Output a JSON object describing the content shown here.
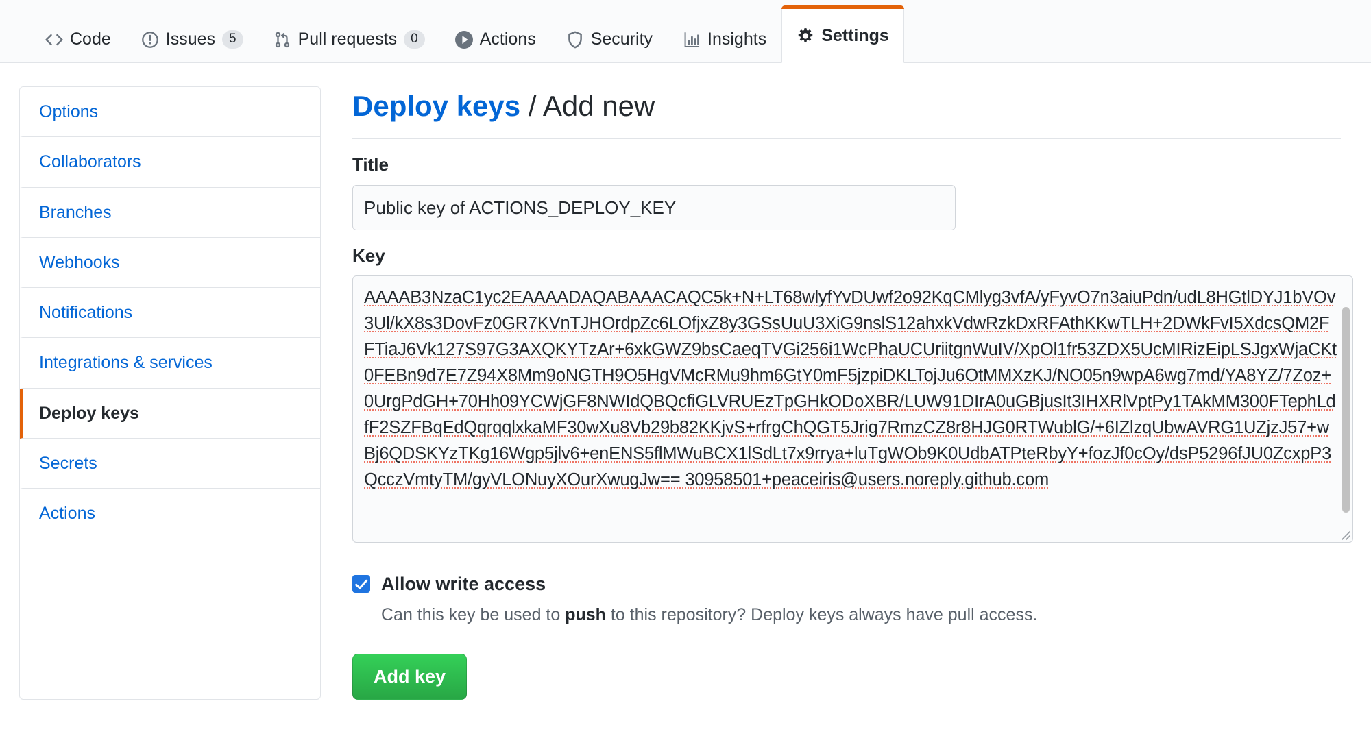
{
  "repo_nav": {
    "tabs": [
      {
        "label": "Code",
        "icon": "code-icon",
        "counter": null,
        "selected": false
      },
      {
        "label": "Issues",
        "icon": "issue-opened-icon",
        "counter": "5",
        "selected": false
      },
      {
        "label": "Pull requests",
        "icon": "git-pull-request-icon",
        "counter": "0",
        "selected": false
      },
      {
        "label": "Actions",
        "icon": "play-icon",
        "counter": null,
        "selected": false
      },
      {
        "label": "Security",
        "icon": "shield-icon",
        "counter": null,
        "selected": false
      },
      {
        "label": "Insights",
        "icon": "graph-icon",
        "counter": null,
        "selected": false
      },
      {
        "label": "Settings",
        "icon": "gear-icon",
        "counter": null,
        "selected": true
      }
    ],
    "selected_accent": "#e36209"
  },
  "sidebar": {
    "items": [
      {
        "label": "Options",
        "selected": false
      },
      {
        "label": "Collaborators",
        "selected": false
      },
      {
        "label": "Branches",
        "selected": false
      },
      {
        "label": "Webhooks",
        "selected": false
      },
      {
        "label": "Notifications",
        "selected": false
      },
      {
        "label": "Integrations & services",
        "selected": false
      },
      {
        "label": "Deploy keys",
        "selected": true
      },
      {
        "label": "Secrets",
        "selected": false
      },
      {
        "label": "Actions",
        "selected": false
      }
    ],
    "link_color": "#0366d6",
    "active_border_color": "#e36209"
  },
  "main": {
    "title_link": "Deploy keys",
    "title_separator": "/",
    "title_current": "Add new",
    "title_field": {
      "label": "Title",
      "value": "Public key of ACTIONS_DEPLOY_KEY",
      "placeholder": ""
    },
    "key_field": {
      "label": "Key",
      "placeholder": "",
      "value": "AAAAB3NzaC1yc2EAAAADAQABAAACAQC5k+N+LT68wlyfYvDUwf2o92KqCMlyg3vfA/yFyvO7n3aiuPdn/udL8HGtlDYJ1bVOv3Ul/kX8s3DovFz0GR7KVnTJHOrdpZc6LOfjxZ8y3GSsUuU3XiG9nslS12ahxkVdwRzkDxRFAthKKwTLH+2DWkFvI5XdcsQM2FFTiaJ6Vk127S97G3AXQKYTzAr+6xkGWZ9bsCaeqTVGi256i1WcPhaUCUriitgnWuIV/XpOl1fr53ZDX5UcMIRizEipLSJgxWjaCKt0FEBn9d7E7Z94X8Mm9oNGTH9O5HgVMcRMu9hm6GtY0mF5jzpiDKLTojJu6OtMMXzKJ/NO05n9wpA6wg7md/YA8YZ/7Zoz+0UrgPdGH+70Hh09YCWjGF8NWIdQBQcfiGLVRUEzTpGHkODoXBR/LUW91DIrA0uGBjusIt3IHXRlVptPy1TAkMM300FTephLdfF2SZFBqEdQqrqqlxkaMF30wXu8Vb29b82KKjvS+rfrgChQGT5Jrig7RmzCZ8r8HJG0RTWublG/+6IZlzqUbwAVRG1UZjzJ57+wBj6QDSKYzTKg16Wgp5jlv6+enENS5flMWuBCX1lSdLt7x9rrya+luTgWOb9K0UdbATPteRbyY+fozJf0cOy/dsP5296fJU0ZcxpP3QcczVmtyTM/gyVLONuyXOurXwugJw== 30958501+peaceiris@users.noreply.github.com"
    },
    "allow_write": {
      "label": "Allow write access",
      "checked": true,
      "note_prefix": "Can this key be used to ",
      "note_bold": "push",
      "note_suffix": " to this repository? Deploy keys always have pull access."
    },
    "submit_label": "Add key",
    "submit_color": "#28a745"
  }
}
